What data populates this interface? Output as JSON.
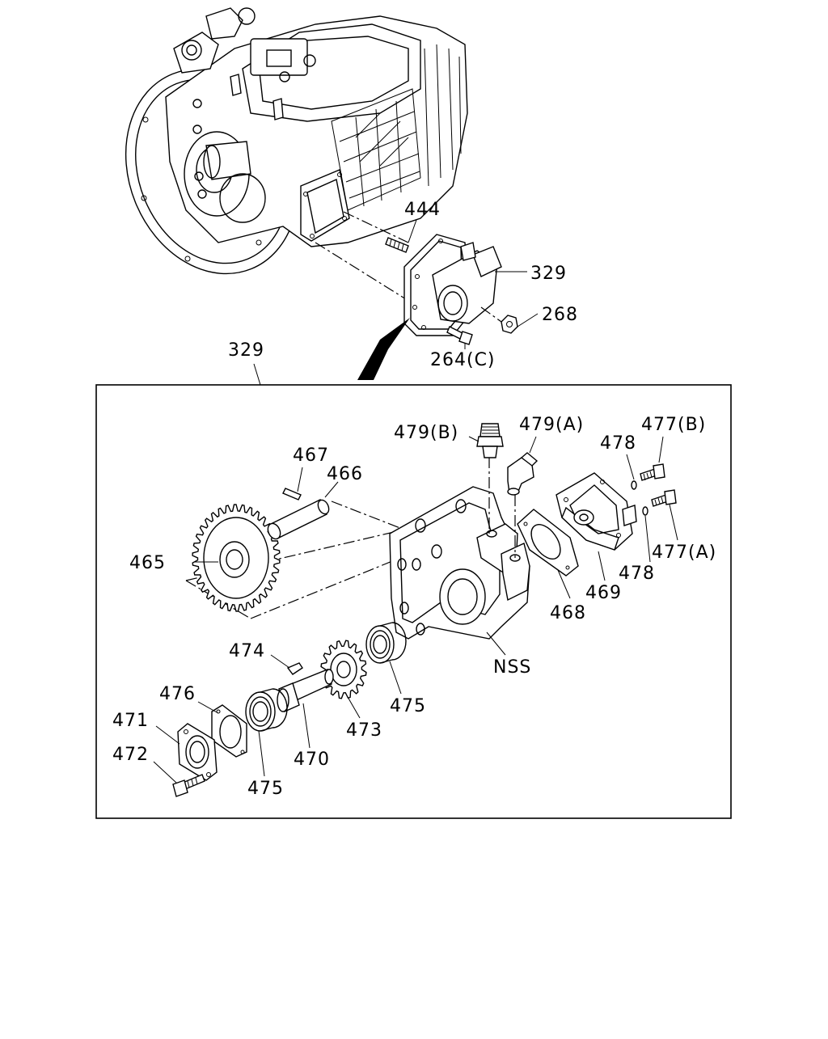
{
  "labels": {
    "p444": "444",
    "p329_top": "329",
    "p268": "268",
    "p264c": "264(C)",
    "p329_detail": "329",
    "p479b": "479(B)",
    "p479a": "479(A)",
    "p477b": "477(B)",
    "p478_top": "478",
    "p467": "467",
    "p466": "466",
    "p465": "465",
    "p477a": "477(A)",
    "p478_bottom": "478",
    "p469": "469",
    "p468": "468",
    "pNSS": "NSS",
    "p474": "474",
    "p475_right": "475",
    "p476": "476",
    "p473": "473",
    "p471": "471",
    "p470": "470",
    "p472": "472",
    "p475_left": "475"
  }
}
